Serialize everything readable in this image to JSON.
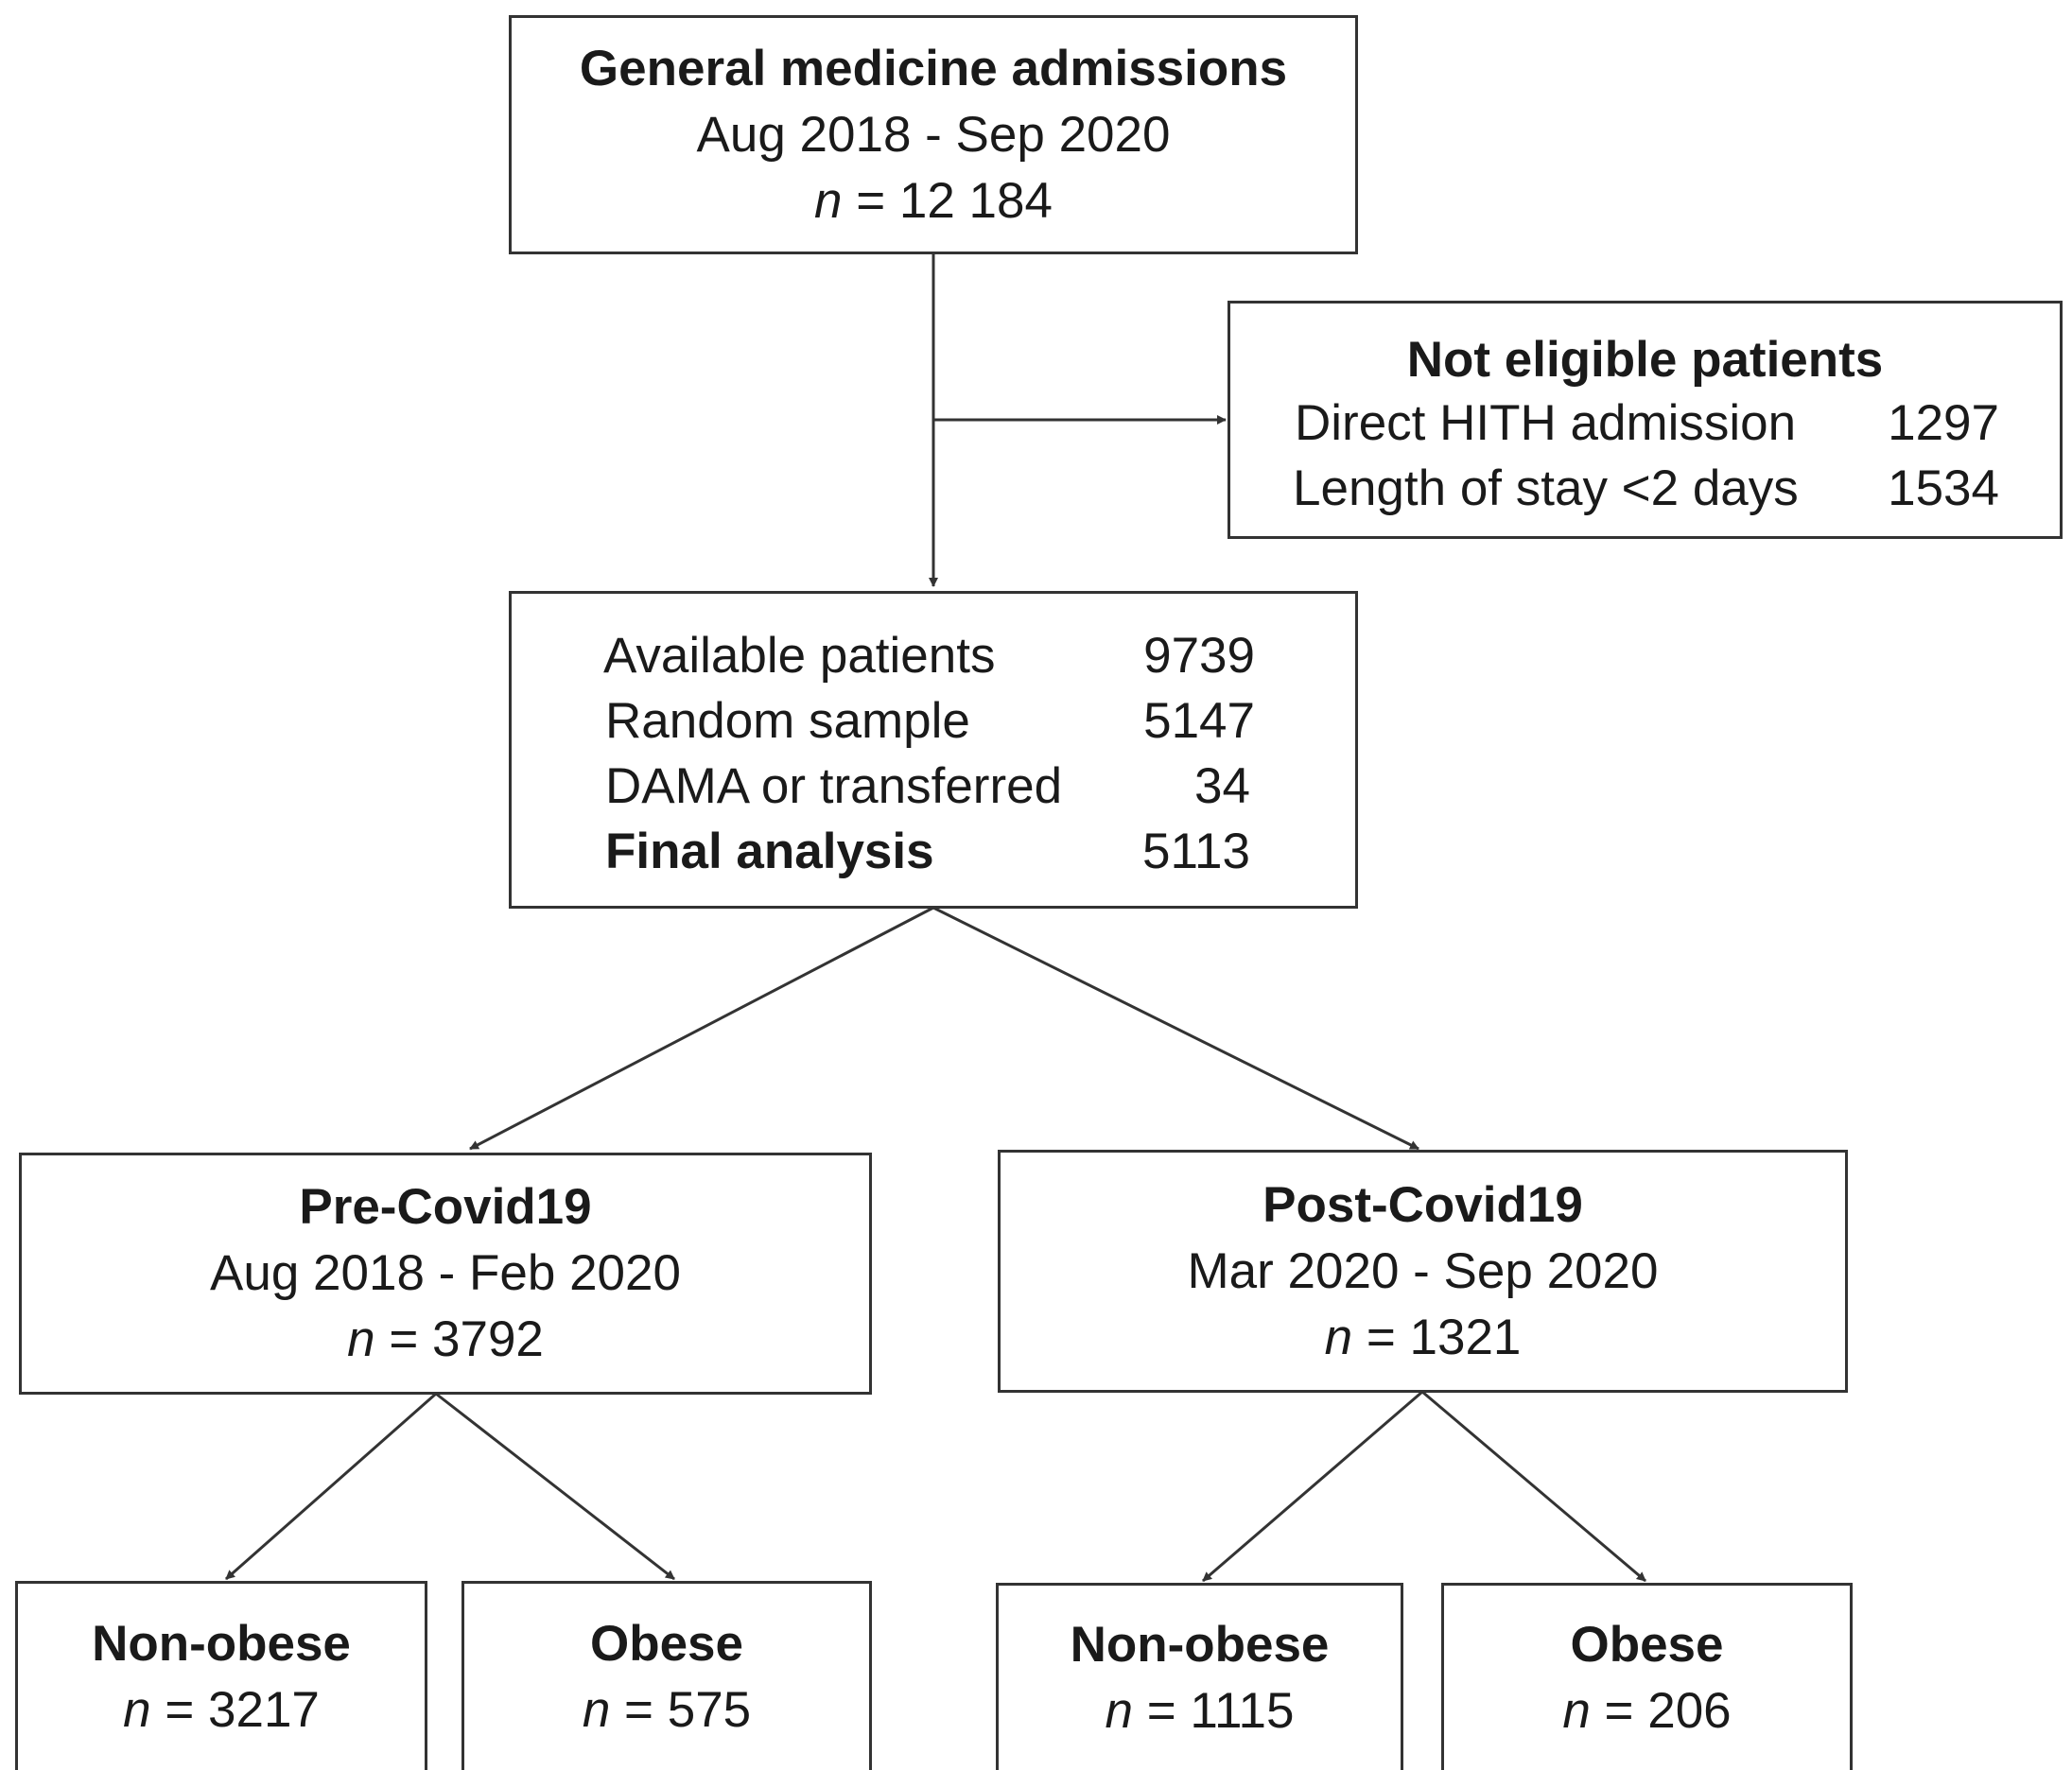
{
  "top": {
    "title": "General medicine admissions",
    "period": "Aug 2018 - Sep 2020",
    "n_label": "n",
    "n_value": "= 12 184"
  },
  "excluded": {
    "title": "Not eligible patients",
    "rows": [
      {
        "label": "Direct HITH admission",
        "value": "1297"
      },
      {
        "label": "Length of stay <2 days",
        "value": "1534"
      }
    ]
  },
  "available": {
    "rows": [
      {
        "label": "Available patients",
        "value": "9739",
        "bold": false
      },
      {
        "label": "Random sample",
        "value": "5147",
        "bold": false
      },
      {
        "label": "DAMA or transferred",
        "value": "34",
        "bold": false
      },
      {
        "label": "Final analysis",
        "value": "5113",
        "bold": true
      }
    ]
  },
  "pre": {
    "title": "Pre-Covid19",
    "period": "Aug 2018 - Feb 2020",
    "n_label": "n",
    "n_value": "= 3792"
  },
  "post": {
    "title": "Post-Covid19",
    "period": "Mar 2020 - Sep 2020",
    "n_label": "n",
    "n_value": "= 1321"
  },
  "pre_nonobese": {
    "title": "Non-obese",
    "n_label": "n",
    "n_value": "= 3217"
  },
  "pre_obese": {
    "title": "Obese",
    "n_label": "n",
    "n_value": "= 575"
  },
  "post_nonobese": {
    "title": "Non-obese",
    "n_label": "n",
    "n_value": "= 1115"
  },
  "post_obese": {
    "title": "Obese",
    "n_label": "n",
    "n_value": "= 206"
  },
  "colors": {
    "stroke": "#333333",
    "text": "#1a1a1a",
    "background": "#ffffff"
  }
}
